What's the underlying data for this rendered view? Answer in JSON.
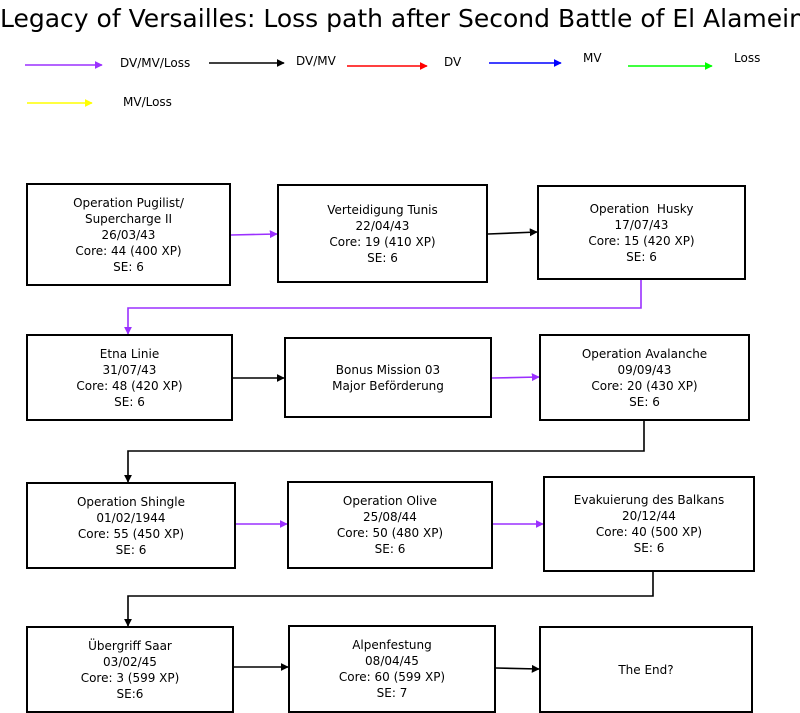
{
  "title": "Legacy of Versailles: Loss path after Second Battle of El Alamein",
  "colors": {
    "dv_mv_loss": "#9b30ff",
    "dv_mv": "#000000",
    "dv": "#ff0000",
    "mv": "#0000ff",
    "loss": "#00ff00",
    "mv_loss": "#ffff00"
  },
  "legend": [
    {
      "label": "DV/MV/Loss",
      "color": "#9b30ff"
    },
    {
      "label": "DV/MV",
      "color": "#000000"
    },
    {
      "label": "DV",
      "color": "#ff0000"
    },
    {
      "label": "MV",
      "color": "#0000ff"
    },
    {
      "label": "Loss",
      "color": "#00ff00"
    },
    {
      "label": "MV/Loss",
      "color": "#ffff00"
    }
  ],
  "nodes": [
    {
      "lines": [
        "Operation Pugilist/",
        "Supercharge II",
        "26/03/43",
        "Core: 44 (400 XP)",
        "SE: 6"
      ]
    },
    {
      "lines": [
        "Verteidigung Tunis",
        "22/04/43",
        "Core: 19 (410 XP)",
        "SE: 6"
      ]
    },
    {
      "lines": [
        "Operation  Husky",
        "17/07/43",
        "Core: 15 (420 XP)",
        "SE: 6"
      ]
    },
    {
      "lines": [
        "Etna Linie",
        "31/07/43",
        "Core: 48 (420 XP)",
        "SE: 6"
      ]
    },
    {
      "lines": [
        "Bonus Mission 03",
        "Major Beförderung"
      ]
    },
    {
      "lines": [
        "Operation Avalanche",
        "09/09/43",
        "Core: 20 (430 XP)",
        "SE: 6"
      ]
    },
    {
      "lines": [
        "Operation Shingle",
        "01/02/1944",
        "Core: 55 (450 XP)",
        "SE: 6"
      ]
    },
    {
      "lines": [
        "Operation Olive",
        "25/08/44",
        "Core: 50 (480 XP)",
        "SE: 6"
      ]
    },
    {
      "lines": [
        "Evakuierung des Balkans",
        "20/12/44",
        "Core: 40 (500 XP)",
        "SE: 6"
      ]
    },
    {
      "lines": [
        "Übergriff Saar",
        "03/02/45",
        "Core: 3 (599 XP)",
        "SE:6"
      ]
    },
    {
      "lines": [
        "Alpenfestung",
        "08/04/45",
        "Core: 60 (599 XP)",
        "SE: 7"
      ]
    },
    {
      "lines": [
        "The End?"
      ]
    }
  ],
  "edges": [
    {
      "from": 0,
      "to": 1,
      "type": "dv_mv_loss"
    },
    {
      "from": 1,
      "to": 2,
      "type": "dv_mv"
    },
    {
      "from": 2,
      "to": 3,
      "type": "dv_mv_loss"
    },
    {
      "from": 3,
      "to": 4,
      "type": "dv_mv"
    },
    {
      "from": 4,
      "to": 5,
      "type": "dv_mv_loss"
    },
    {
      "from": 5,
      "to": 6,
      "type": "dv_mv"
    },
    {
      "from": 6,
      "to": 7,
      "type": "dv_mv_loss"
    },
    {
      "from": 7,
      "to": 8,
      "type": "dv_mv_loss"
    },
    {
      "from": 8,
      "to": 9,
      "type": "dv_mv"
    },
    {
      "from": 9,
      "to": 10,
      "type": "dv_mv"
    },
    {
      "from": 10,
      "to": 11,
      "type": "dv_mv"
    }
  ]
}
